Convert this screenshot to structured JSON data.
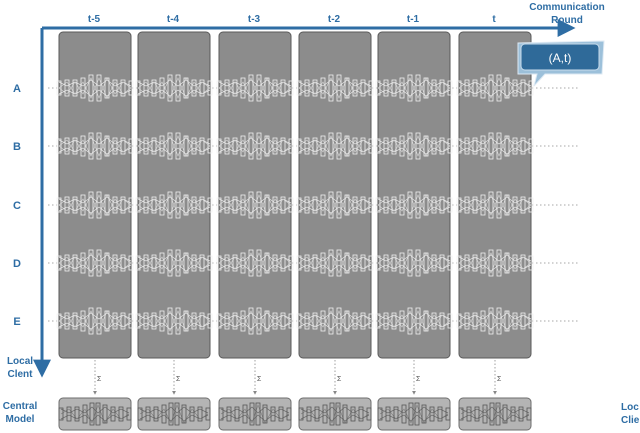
{
  "rounds": [
    "t-5",
    "t-4",
    "t-3",
    "t-2",
    "t-1",
    "t"
  ],
  "clients": [
    "A",
    "B",
    "C",
    "D",
    "E"
  ],
  "axis": {
    "x_label_line1": "Communication",
    "x_label_line2": "Round",
    "y_label_line1": "Local",
    "y_label_line2": "Clent"
  },
  "bottom": {
    "central_line1": "Central",
    "central_line2": "Model",
    "right_cut_line1": "Loc",
    "right_cut_line2": "Clie"
  },
  "callout": {
    "label": "(A,t)"
  },
  "icons": {
    "model": "neural-network-icon",
    "aggregate": "sigma-icon"
  },
  "colors": {
    "accent": "#2e6da4",
    "column_fill": "#8c8c8c",
    "column_stroke": "#5a5a5a",
    "central_fill": "#b4b4b4",
    "callout_fill": "#2f6a99"
  }
}
